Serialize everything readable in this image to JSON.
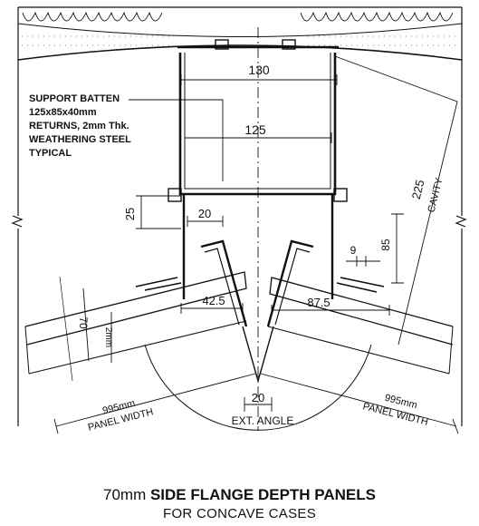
{
  "labels": {
    "d130": "130",
    "d125": "125",
    "d25": "25",
    "d20_top": "20",
    "d42": "42.5",
    "d87": "87.5",
    "d9": "9",
    "d85": "85",
    "d225": "225",
    "cavity": "CAVITY",
    "d70": "70",
    "d2mm": "2mm",
    "d20_bottom": "20",
    "ext_angle": "EXT. ANGLE",
    "left_width": "995mm",
    "left_panel": "PANEL WIDTH",
    "right_width": "995mm",
    "right_panel": "PANEL WIDTH"
  },
  "callout": {
    "lines": [
      "SUPPORT BATTEN",
      "125x85x40mm",
      "RETURNS, 2mm Thk.",
      "WEATHERING STEEL",
      "TYPICAL"
    ]
  },
  "caption": {
    "line1_bold": "70mm",
    "line1_rest": " SIDE FLANGE DEPTH PANELS",
    "line2": "FOR CONCAVE CASES"
  }
}
